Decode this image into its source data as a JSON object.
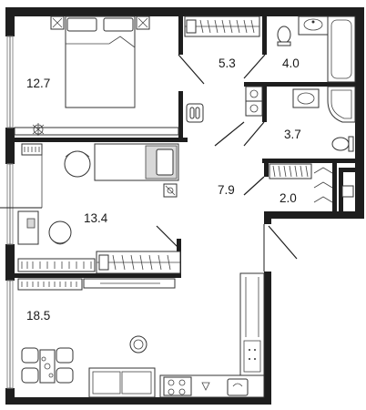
{
  "floorplan": {
    "rooms": [
      {
        "id": "bedroom",
        "area": "12.7"
      },
      {
        "id": "wardrobe",
        "area": "5.3"
      },
      {
        "id": "bathroom",
        "area": "4.0"
      },
      {
        "id": "toilet",
        "area": "3.7"
      },
      {
        "id": "hall",
        "area": "7.9"
      },
      {
        "id": "storage",
        "area": "2.0"
      },
      {
        "id": "kids-room",
        "area": "13.4"
      },
      {
        "id": "living-kitchen",
        "area": "18.5"
      }
    ],
    "colors": {
      "wall": "#1e1e1e",
      "furniture_fill": "#d8d8d8",
      "window": "#8c8c8c"
    }
  }
}
